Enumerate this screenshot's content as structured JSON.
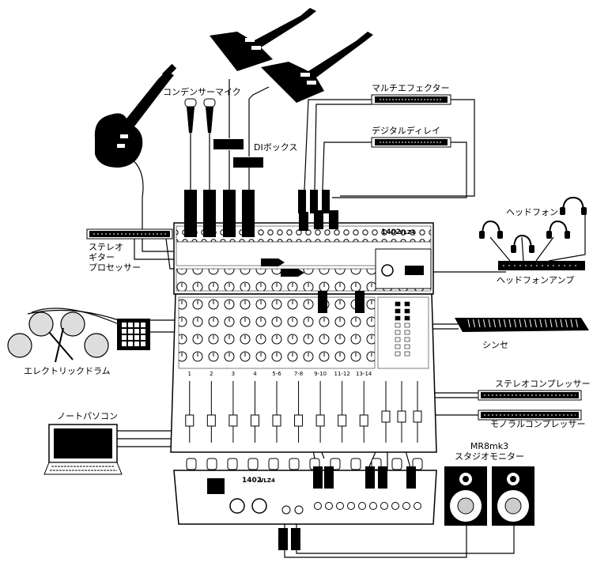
{
  "labels": {
    "condenser_mic": "コンデンサーマイク",
    "di_box": "DIボックス",
    "multi_effector": "マルチエフェクター",
    "digital_delay": "デジタルディレイ",
    "headphones": "ヘッドフォン",
    "headphone_amp": "ヘッドフォンアンプ",
    "stereo_guitar_processor": [
      "ステレオ",
      "ギター",
      "プロセッサー"
    ],
    "electric_drum": "エレクトリックドラム",
    "synth": "シンセ",
    "stereo_compressor": "ステレオコンプレッサー",
    "mono_compressor": "モノラルコンプレッサー",
    "laptop": "ノートパソコン",
    "studio_monitor": [
      "MR8mk3",
      "スタジオモニター"
    ]
  },
  "mixer": {
    "model": "1402",
    "brand": "VLZ4",
    "channel_labels": [
      "1",
      "2",
      "3",
      "4",
      "5-6",
      "7-8",
      "9-10",
      "11-12",
      "13-14"
    ]
  },
  "colors": {
    "ink": "#000000",
    "panel": "#ffffff",
    "panel_gray": "#dcdcdc"
  }
}
